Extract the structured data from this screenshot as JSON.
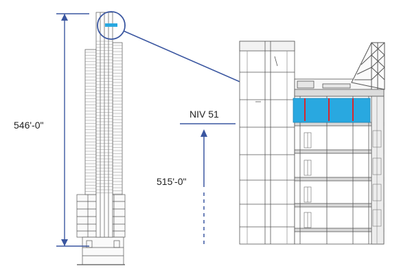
{
  "labels": {
    "overall_height": "546'-0\"",
    "level": "NIV 51",
    "level_height": "515'-0\""
  },
  "colors": {
    "dimension_line": "#3a56a0",
    "water": "#29a8e0",
    "support_post": "#d8262c",
    "drawing_line": "#555555",
    "light_line": "#9a9a9a",
    "wall_fill": "#d9d9d9"
  }
}
